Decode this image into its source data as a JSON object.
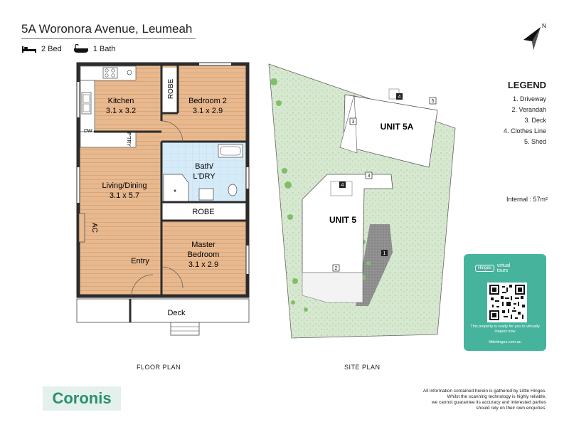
{
  "header": {
    "address": "5A Woronora Avenue, Leumeah",
    "beds": "2 Bed",
    "baths": "1 Bath",
    "compass_label": "N"
  },
  "floor_plan": {
    "caption": "FLOOR PLAN",
    "rooms": {
      "kitchen": {
        "name": "Kitchen",
        "size": "3.1 x 3.2"
      },
      "bedroom2": {
        "name": "Bedroom 2",
        "size": "3.1 x 2.9"
      },
      "living": {
        "name": "Living/Dining",
        "size": "3.1 x 5.7"
      },
      "bath": {
        "line1": "Bath/",
        "line2": "L'DRY"
      },
      "master": {
        "line1": "Master",
        "line2": "Bedroom",
        "size": "3.1 x 2.9"
      }
    },
    "labels": {
      "robe_top": "ROBE",
      "robe_mid": "ROBE",
      "dw": "DW",
      "pantry": "P'TRY",
      "ac": "AC",
      "entry": "Entry",
      "deck": "Deck"
    }
  },
  "site_plan": {
    "caption": "SITE PLAN",
    "unit5a": "UNIT 5A",
    "unit5": "UNIT 5",
    "markers": [
      "1",
      "2",
      "3",
      "3",
      "4",
      "4",
      "5"
    ]
  },
  "legend": {
    "title": "LEGEND",
    "items": [
      "1. Driveway",
      "2. Verandah",
      "3. Deck",
      "4. Clothes Line",
      "5. Shed"
    ],
    "internal": "Internal : 57m²"
  },
  "virtual_tour": {
    "brand_left": "Hinges",
    "brand_right_1": "virtual",
    "brand_right_2": "tours",
    "message": "This property is ready for you to virtually inspect now",
    "url": "littlehinges.com.au"
  },
  "footer": {
    "brand": "Coronis",
    "disclaimer_1": "All information contained herein is gathered by Little Hinges.",
    "disclaimer_2": "Whilst the scanning technology is highly reliable,",
    "disclaimer_3": "we cannot guarantee its accuracy and interested parties",
    "disclaimer_4": "should rely on their own enquiries."
  },
  "colors": {
    "floor": "#e8b98f",
    "wet_area": "#d6ebf8",
    "wall": "#2b2b2b",
    "vegetation": "#cfe3c8",
    "tree": "#7fbf6a",
    "driveway": "#9a9a9a",
    "tour_card": "#46b39d",
    "brand": "#2b8f6f"
  }
}
